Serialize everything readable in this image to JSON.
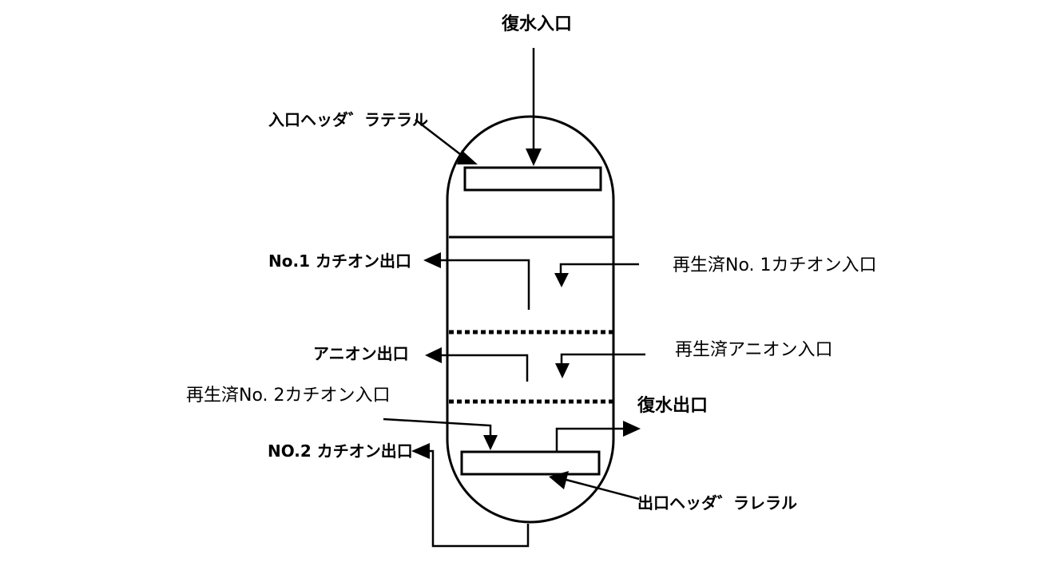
{
  "diagram": {
    "title": "",
    "colors": {
      "line": "#000000",
      "background": "#ffffff"
    },
    "labels": {
      "condensate_inlet": "復水入口",
      "inlet_header_lateral": "入口ヘッダ゛ラテラル",
      "no1_cation_outlet": "No.1 カチオン出口",
      "regenerated_no1_cation_inlet": "再生済No. 1カチオン入口",
      "anion_outlet": "アニオン出口",
      "regenerated_anion_inlet": "再生済アニオン入口",
      "regenerated_no2_cation_inlet": "再生済No. 2カチオン入口",
      "condensate_outlet": "復水出口",
      "no2_cation_outlet": "NO.2 カチオン出口",
      "outlet_header_lateral": "出口ヘッダ゛ラレラル"
    },
    "components": [
      {
        "id": "vessel",
        "type": "capsule-vessel"
      },
      {
        "id": "inlet-header",
        "type": "rectangle"
      },
      {
        "id": "outlet-header",
        "type": "rectangle"
      },
      {
        "id": "top-partition",
        "type": "solid-line"
      },
      {
        "id": "screen-1",
        "type": "dotted-line"
      },
      {
        "id": "screen-2",
        "type": "dotted-line"
      }
    ]
  }
}
